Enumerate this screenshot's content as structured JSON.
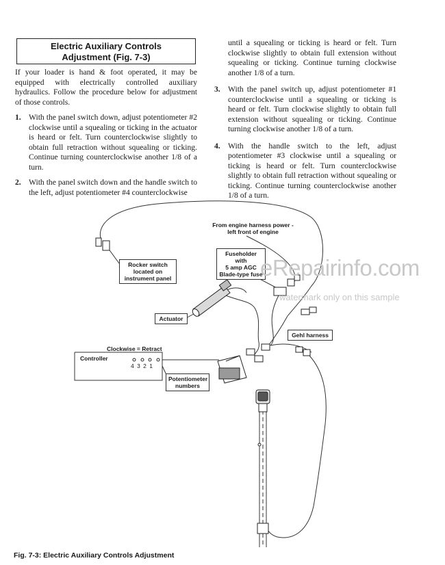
{
  "title": {
    "line1": "Electric Auxiliary Controls",
    "line2": "Adjustment  (Fig. 7-3)"
  },
  "intro": "If your loader is hand & foot operated, it may be equipped with electrically controlled auxiliary hydraulics. Follow the procedure below for adjustment of those controls.",
  "steps": [
    {
      "num": "1.",
      "text": "With the panel switch down, adjust potentiometer #2 clockwise until a squealing or ticking in the actuator is heard or felt. Turn counterclockwise slightly to obtain full retraction without squealing or ticking. Continue turning counterclockwise another 1/8 of a turn."
    },
    {
      "num": "2.",
      "text": "With the panel switch down and the handle switch to the left, adjust potentiometer #4 counterclockwise"
    },
    {
      "num": "3.",
      "text": "With the panel switch up, adjust potentiometer #1 counterclockwise until a squealing or ticking is heard or felt. Turn clockwise slightly to obtain full extension without squealing or ticking. Continue turning clockwise another 1/8 of a turn."
    },
    {
      "num": "4.",
      "text": "With the handle switch to the left, adjust potentiometer #3 clockwise until a squealing or ticking is heard or felt. Turn counterclockwise slightly to obtain full retraction without squealing or ticking. Continue turning counterclockwise another 1/8 of a turn."
    }
  ],
  "step2_continued": "until a squealing or ticking is heard or felt. Turn clockwise slightly to obtain full extension without squealing or ticking. Continue turning clockwise another 1/8 of a turn.",
  "figure": {
    "labels": {
      "engine_power": "From engine harness power -\nleft front of engine",
      "fuseholder": "Fuseholder with\n5 amp AGC\nBlade-type fuse",
      "rocker_switch": "Rocker switch\nlocated on\ninstrument panel",
      "actuator": "Actuator",
      "gehl_harness": "Gehl harness",
      "clockwise": "Clockwise = Retract",
      "controller": "Controller",
      "pot_numbers": "4  3  2  1",
      "potentiometer": "Potentiometer\nnumbers"
    },
    "caption": "Fig. 7-3: Electric Auxiliary Controls Adjustment"
  },
  "watermark": {
    "main": "eRepairinfo.com",
    "sub": "watermark only on this sample"
  }
}
